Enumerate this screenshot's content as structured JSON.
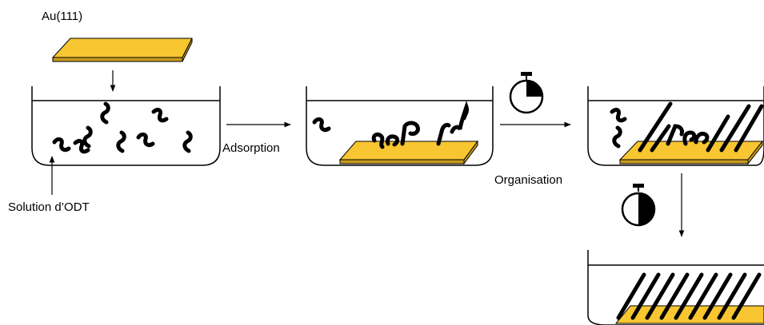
{
  "labels": {
    "substrate": "Au(111)",
    "solution": "Solution d’ODT",
    "adsorption": "Adsorption",
    "organisation": "Organisation"
  },
  "colors": {
    "gold_top": "#F7C631",
    "gold_side": "#C99A1E",
    "ink": "#000000",
    "background": "#FFFFFF"
  },
  "icons": {
    "timer_short": "stopwatch-quarter-icon",
    "timer_long": "stopwatch-half-icon"
  }
}
